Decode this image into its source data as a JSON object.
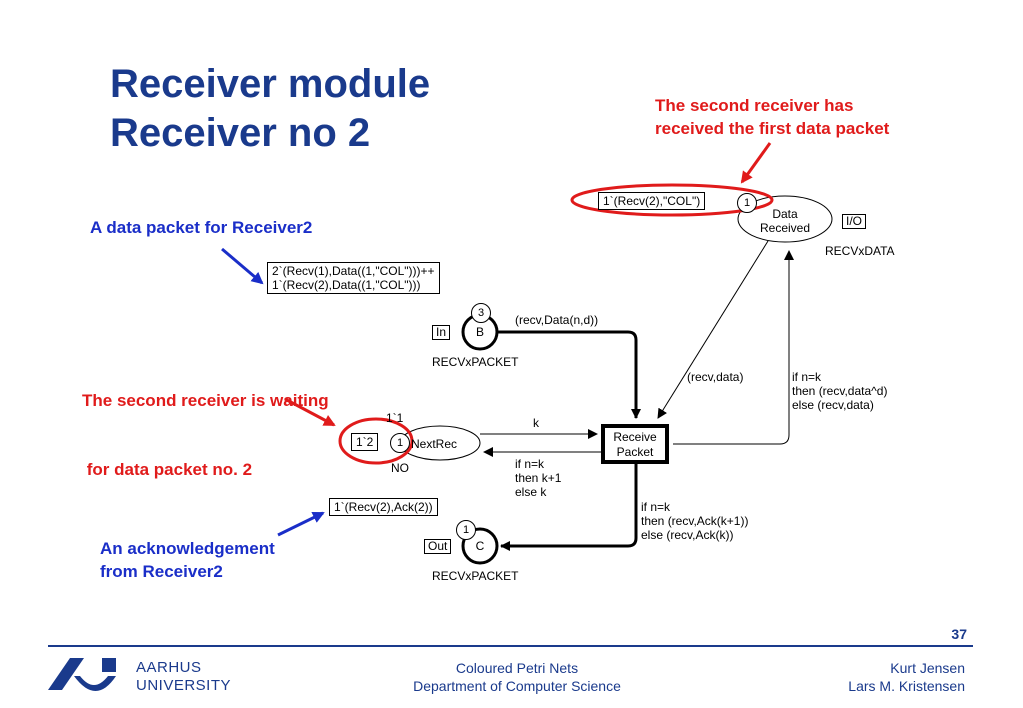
{
  "title": {
    "line1": "Receiver module",
    "line2": "Receiver no 2"
  },
  "annotations": {
    "second_received_1": "The second receiver has",
    "second_received_2": "received the first data packet",
    "data_packet": "A data packet for Receiver2",
    "waiting_1": "The second receiver is waiting",
    "waiting_2": " for data packet no. 2",
    "ack_1": "An acknowledgement",
    "ack_2": "from Receiver2"
  },
  "places": {
    "data_received": {
      "name_1": "Data",
      "name_2": "Received",
      "port": "I/O",
      "type": "RECVxDATA",
      "tokens": "1",
      "marking": "1`(Recv(2),\"COL\")"
    },
    "b": {
      "name": "B",
      "port": "In",
      "type": "RECVxPACKET",
      "tokens": "3",
      "marking_1": "2`(Recv(1),Data((1,\"COL\")))++",
      "marking_2": "1`(Recv(2),Data((1,\"COL\")))"
    },
    "next_rec": {
      "name": "NextRec",
      "type": "NO",
      "initial": "1`1",
      "tokens": "1",
      "marking": "1`2"
    },
    "c": {
      "name": "C",
      "port": "Out",
      "type": "RECVxPACKET",
      "tokens": "1",
      "marking": "1`(Recv(2),Ack(2))"
    }
  },
  "transition": {
    "name_1": "Receive",
    "name_2": "Packet"
  },
  "arcs": {
    "b_in": "(recv,Data(n,d))",
    "data_out_1": "(recv,data)",
    "data_in_1": "if n=k",
    "data_in_2": "then (recv,data^d)",
    "data_in_3": "else (recv,data)",
    "k_in": "k",
    "k_out_1": "if n=k",
    "k_out_2": "then k+1",
    "k_out_3": "else k",
    "c_out_1": "if n=k",
    "c_out_2": "then (recv,Ack(k+1))",
    "c_out_3": "else (recv,Ack(k))"
  },
  "footer": {
    "page_number": "37",
    "university_1": "AARHUS",
    "university_2": "UNIVERSITY",
    "course": "Coloured Petri Nets",
    "department": "Department of Computer Science",
    "author_1": "Kurt Jensen",
    "author_2": "Lars M. Kristensen"
  },
  "colors": {
    "title": "#1a3a8c",
    "red_annotation": "#e01b1b",
    "blue_annotation": "#1a2ec8"
  }
}
